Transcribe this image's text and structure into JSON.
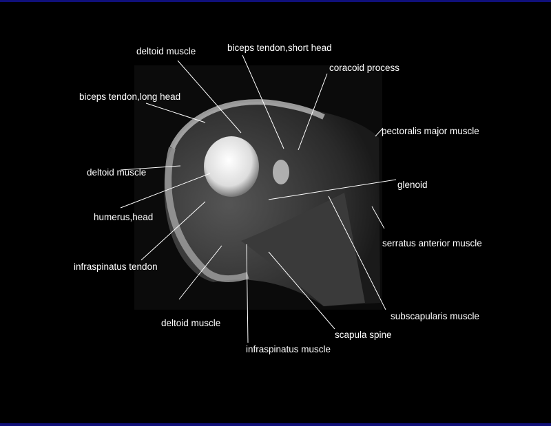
{
  "labels": [
    {
      "id": "deltoid-top",
      "text": "deltoid muscle"
    },
    {
      "id": "biceps-short",
      "text": "biceps tendon,short head"
    },
    {
      "id": "coracoid",
      "text": "coracoid process"
    },
    {
      "id": "biceps-long",
      "text": "biceps tendon,long head"
    },
    {
      "id": "pectoralis",
      "text": "pectoralis major muscle"
    },
    {
      "id": "deltoid-mid",
      "text": "deltoid muscle"
    },
    {
      "id": "glenoid",
      "text": "glenoid"
    },
    {
      "id": "humerus",
      "text": "humerus,head"
    },
    {
      "id": "serratus",
      "text": "serratus anterior muscle"
    },
    {
      "id": "infraspinatus-tendon",
      "text": "infraspinatus tendon"
    },
    {
      "id": "subscapularis",
      "text": "subscapularis muscle"
    },
    {
      "id": "deltoid-bottom",
      "text": "deltoid muscle"
    },
    {
      "id": "scapula-spine",
      "text": "scapula spine"
    },
    {
      "id": "infraspinatus-muscle",
      "text": "infraspinatus muscle"
    }
  ]
}
